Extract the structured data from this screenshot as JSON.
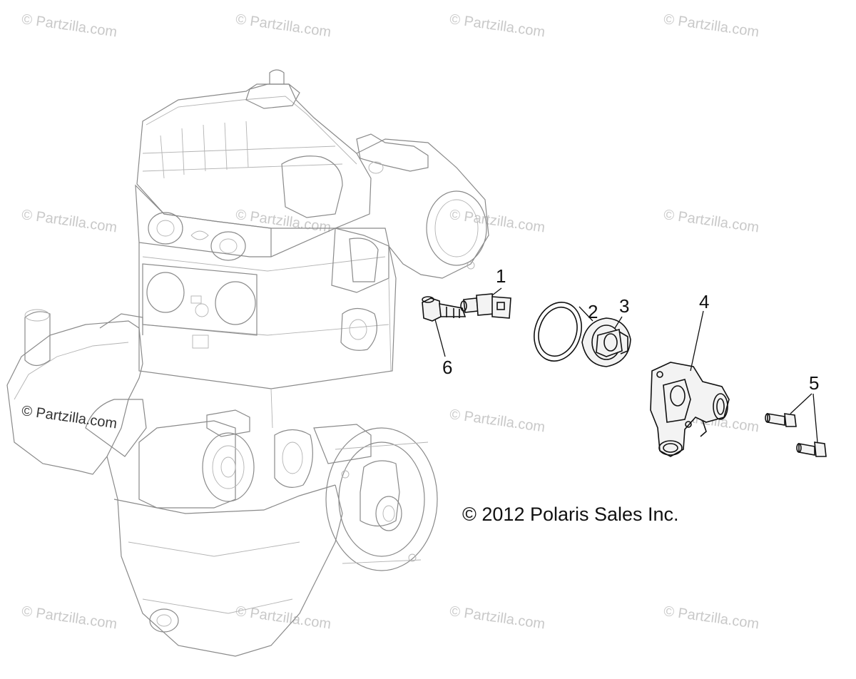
{
  "watermark": "© Partzilla.com",
  "copyright": "© 2012 Polaris Sales Inc.",
  "callouts": {
    "c1": "1",
    "c2": "2",
    "c3": "3",
    "c4": "4",
    "c5": "5",
    "c6": "6"
  },
  "colors": {
    "engine_line": "#8a8a8a",
    "part_line": "#111111",
    "watermark": "#c9c9c9"
  }
}
